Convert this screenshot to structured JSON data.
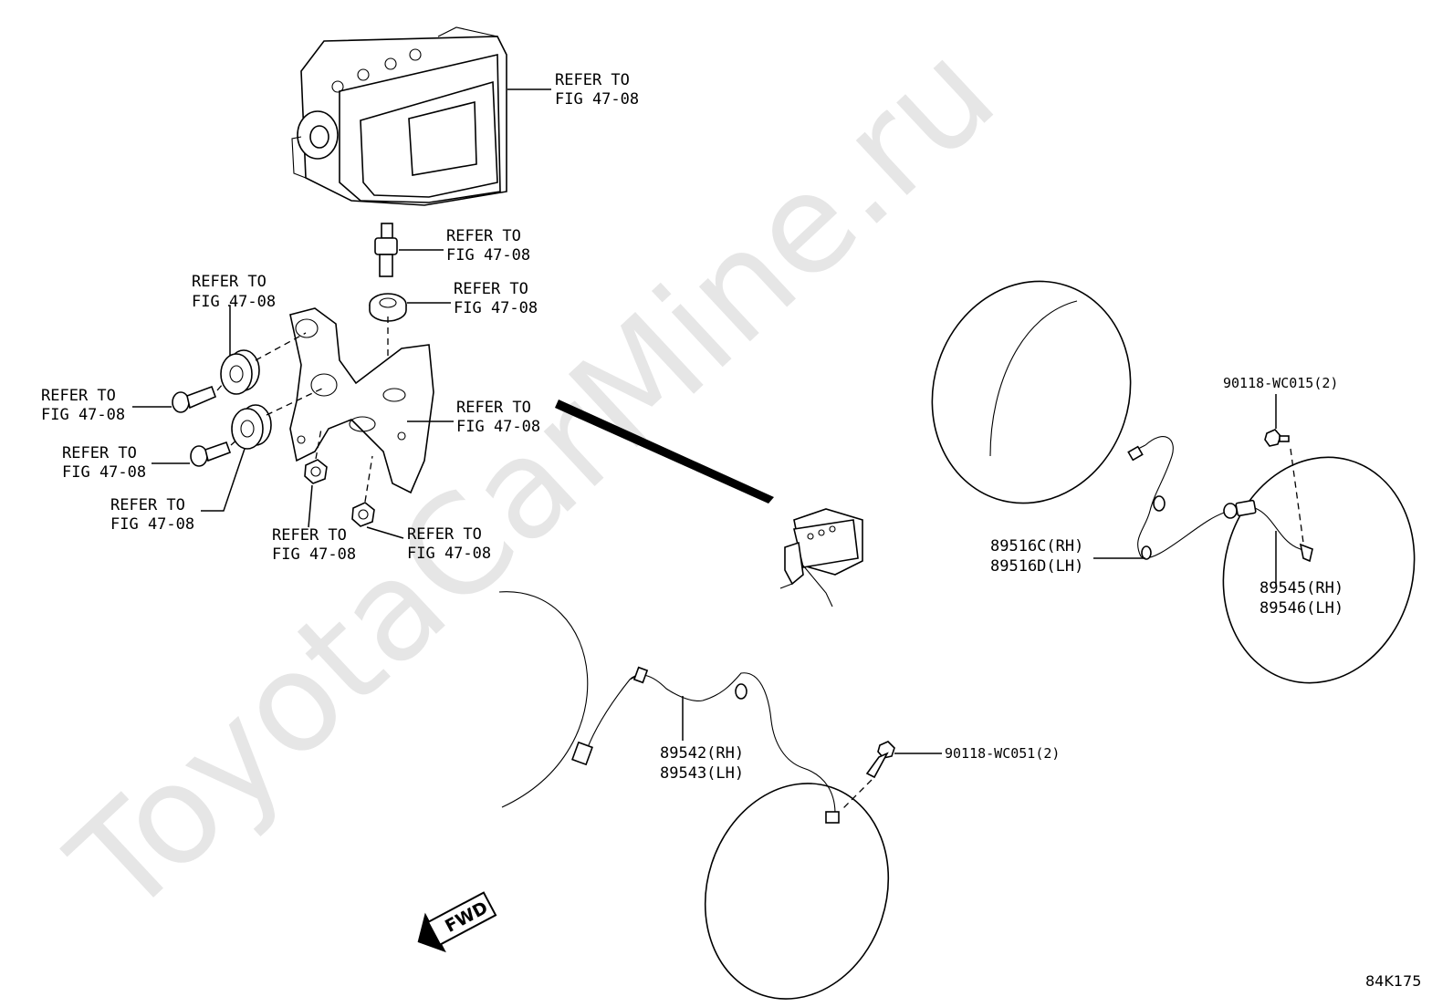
{
  "watermark": "ToyotaCarMine.ru",
  "figure_id": "84K175",
  "fwd_label": "FWD",
  "callouts": {
    "abs_unit": [
      "REFER TO",
      "FIG 47-08"
    ],
    "stud_bolt": [
      "REFER TO",
      "FIG 47-08"
    ],
    "grommet": [
      "REFER TO",
      "FIG 47-08"
    ],
    "cushion_upper": [
      "REFER TO",
      "FIG 47-08"
    ],
    "bolt_upper": [
      "REFER TO",
      "FIG 47-08"
    ],
    "bolt_lower": [
      "REFER TO",
      "FIG 47-08"
    ],
    "cushion_lower": [
      "REFER TO",
      "FIG 47-08"
    ],
    "bracket": [
      "REFER TO",
      "FIG 47-08"
    ],
    "nut_left": [
      "REFER TO",
      "FIG 47-08"
    ],
    "nut_right": [
      "REFER TO",
      "FIG 47-08"
    ]
  },
  "parts": {
    "rear_harness": [
      "89516C(RH)",
      "89516D(LH)"
    ],
    "rear_sensor": [
      "89545(RH)",
      "89546(LH)"
    ],
    "rear_bolt": "90118-WC015(2)",
    "front_sensor": [
      "89542(RH)",
      "89543(LH)"
    ],
    "front_bolt": "90118-WC051(2)"
  }
}
